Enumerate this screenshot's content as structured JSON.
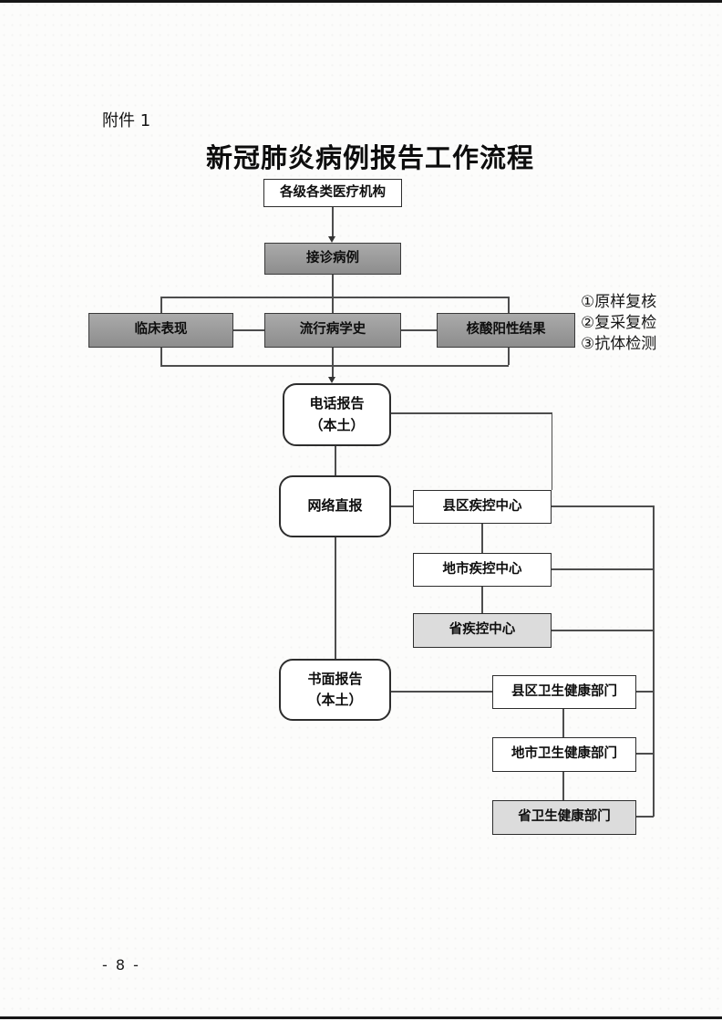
{
  "document": {
    "attachment_label": "附件 1",
    "title": "新冠肺炎病例报告工作流程",
    "page_number": "- 8 -"
  },
  "flowchart": {
    "nodes": {
      "medical_orgs": "各级各类医疗机构",
      "receive_case": "接诊病例",
      "clinical": "临床表现",
      "epi_history": "流行病学史",
      "nucleic_positive": "核酸阳性结果",
      "phone_report": "电话报告",
      "phone_report_sub": "（本土）",
      "network_report": "网络直报",
      "county_cdc": "县区疾控中心",
      "city_cdc": "地市疾控中心",
      "province_cdc": "省疾控中心",
      "written_report": "书面报告",
      "written_report_sub": "（本土）",
      "county_health": "县区卫生健康部门",
      "city_health": "地市卫生健康部门",
      "province_health": "省卫生健康部门"
    },
    "side_notes": [
      "①原样复核",
      "②复采复检",
      "③抗体检测"
    ],
    "edges": [
      "medical_orgs->receive_case",
      "receive_case->clinical",
      "receive_case->epi_history",
      "receive_case->nucleic_positive",
      "clinical->phone_report",
      "epi_history->phone_report",
      "nucleic_positive->phone_report",
      "phone_report->network_report",
      "phone_report->county_cdc",
      "network_report->county_cdc",
      "county_cdc->city_cdc",
      "city_cdc->province_cdc",
      "network_report->written_report",
      "written_report->county_health",
      "county_health->city_health",
      "city_health->province_health",
      "county_cdc->county_health",
      "city_cdc->city_health",
      "province_cdc->province_health"
    ],
    "colors": {
      "dark_gray_fill": "#9a9a9a",
      "light_gray_fill": "#dcdcdc",
      "line": "#4d4d4d"
    }
  }
}
